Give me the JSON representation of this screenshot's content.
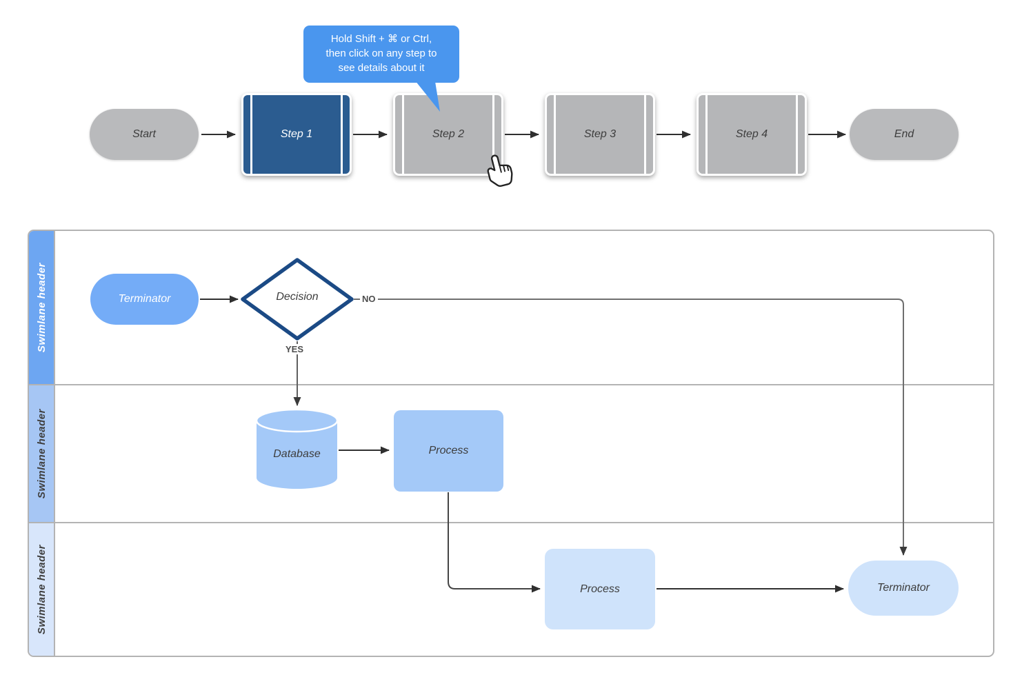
{
  "tooltip": {
    "text": "Hold Shift + ⌘ or Ctrl,\nthen click on any step to\nsee details about it"
  },
  "top_flow": {
    "start": "Start",
    "steps": [
      "Step 1",
      "Step 2",
      "Step 3",
      "Step 4"
    ],
    "end": "End",
    "highlighted_step": "Step 1"
  },
  "swimlanes": {
    "headers": [
      "Swimlane header",
      "Swimlane header",
      "Swimlane header"
    ],
    "lane1": {
      "terminator": "Terminator",
      "decision": "Decision",
      "no_label": "NO",
      "yes_label": "YES"
    },
    "lane2": {
      "database": "Database",
      "process": "Process"
    },
    "lane3": {
      "process": "Process",
      "terminator": "Terminator"
    }
  },
  "colors": {
    "tooltip_blue": "#4a96ee",
    "highlight_step_blue": "#2b5c90",
    "neutral_gray_shape": "#b7b8ba",
    "lane1_header": "#6da6f2",
    "lane1_shape": "#74acf7",
    "lane2_header": "#a6c6f4",
    "lane2_shape": "#a4c9f8",
    "lane3_header": "#d8e6fb",
    "lane3_shape": "#cfe3fb",
    "decision_border": "#1b4a85",
    "lane_border": "#b3b3b3",
    "connector_dark": "#333333",
    "connector_gray": "#6e6e6e"
  }
}
